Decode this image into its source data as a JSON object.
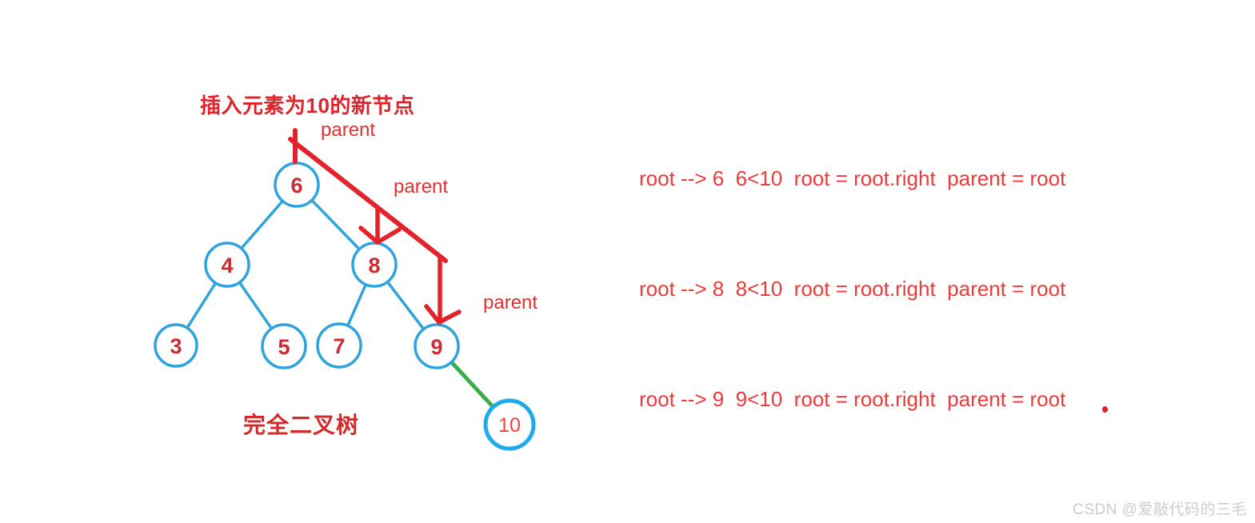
{
  "title": "插入元素为10的新节点",
  "caption": "完全二叉树",
  "annotations": {
    "parent_labels": [
      "parent",
      "parent",
      "parent"
    ]
  },
  "tree": {
    "nodes": [
      {
        "value": "6"
      },
      {
        "value": "4"
      },
      {
        "value": "8"
      },
      {
        "value": "3"
      },
      {
        "value": "5"
      },
      {
        "value": "7"
      },
      {
        "value": "9"
      },
      {
        "value": "10"
      }
    ],
    "edges": [
      {
        "from": "6",
        "to": "4",
        "color": "#2fa3dc"
      },
      {
        "from": "6",
        "to": "8",
        "color": "#2fa3dc"
      },
      {
        "from": "4",
        "to": "3",
        "color": "#2fa3dc"
      },
      {
        "from": "4",
        "to": "5",
        "color": "#2fa3dc"
      },
      {
        "from": "8",
        "to": "7",
        "color": "#2fa3dc"
      },
      {
        "from": "8",
        "to": "9",
        "color": "#2fa3dc"
      },
      {
        "from": "9",
        "to": "10",
        "color": "#3bae49",
        "note": "new edge to inserted node"
      }
    ]
  },
  "code_lines": [
    "root --> 6  6<10  root = root.right  parent = root",
    "root --> 8  8<10  root = root.right  parent = root",
    "root --> 9  9<10  root = root.right  parent = root"
  ],
  "watermark": "CSDN @爱敲代码的三毛",
  "colors": {
    "tree_blue": "#2fa3dc",
    "new_node_blue": "#1faaec",
    "new_edge_green": "#3bae49",
    "annotation_red": "#e2232b",
    "code_text_red": "#ec3b3b",
    "title_red": "#de242b",
    "node_number_red": "#cc2b33",
    "watermark_gray": "#cccccc"
  }
}
